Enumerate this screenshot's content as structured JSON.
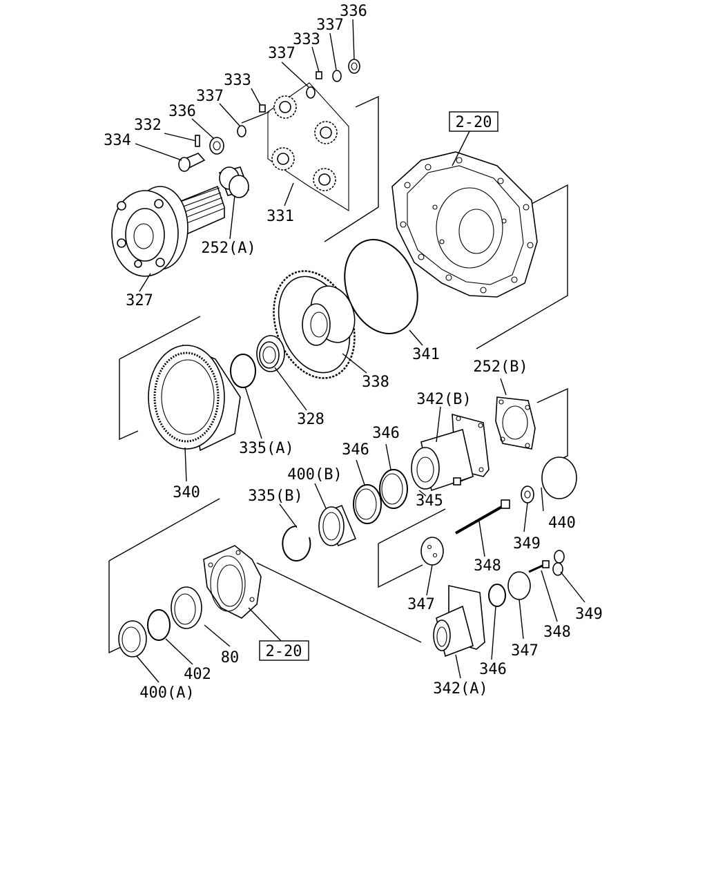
{
  "diagram": {
    "labels": {
      "l336a": "336",
      "l337a": "337",
      "l333a": "333",
      "l337b": "337",
      "l333b": "333",
      "l337c": "337",
      "l336b": "336",
      "l332": "332",
      "l334": "334",
      "l331": "331",
      "l252a": "252(A)",
      "l327": "327",
      "l341": "341",
      "l338": "338",
      "l328": "328",
      "l335a": "335(A)",
      "l340": "340",
      "l252b": "252(B)",
      "l342b": "342(B)",
      "l346a": "346",
      "l346b": "346",
      "l400b": "400(B)",
      "l335b": "335(B)",
      "l345": "345",
      "l440": "440",
      "l349a": "349",
      "l348a": "348",
      "l347a": "347",
      "l349b": "349",
      "l348b": "348",
      "l347b": "347",
      "l346c": "346",
      "l342a": "342(A)",
      "l80": "80",
      "l402": "402",
      "l400a": "400(A)"
    },
    "refs": {
      "ref_top": "2-20",
      "ref_bottom": "2-20"
    }
  }
}
